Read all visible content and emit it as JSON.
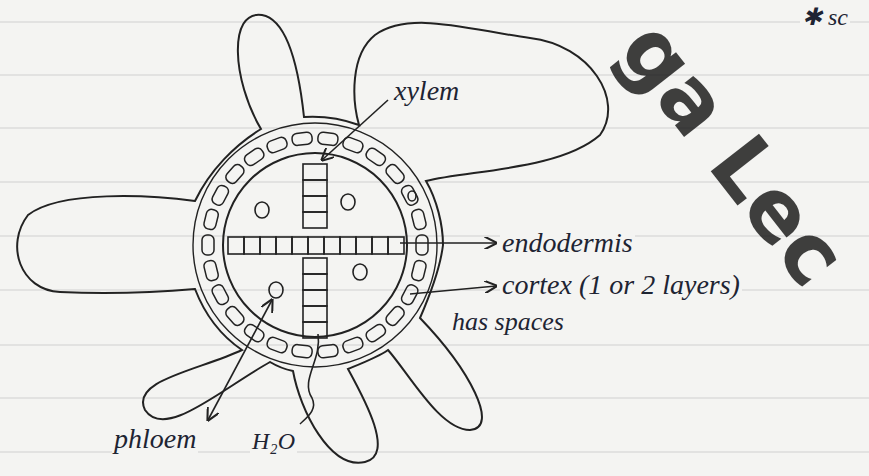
{
  "diagram": {
    "labels": [
      "xylem",
      "endodermis",
      "cortex (1 or 2 layers)",
      "has spaces",
      "phloem",
      "H₂O",
      "✱ sc",
      "ga Lec"
    ]
  }
}
